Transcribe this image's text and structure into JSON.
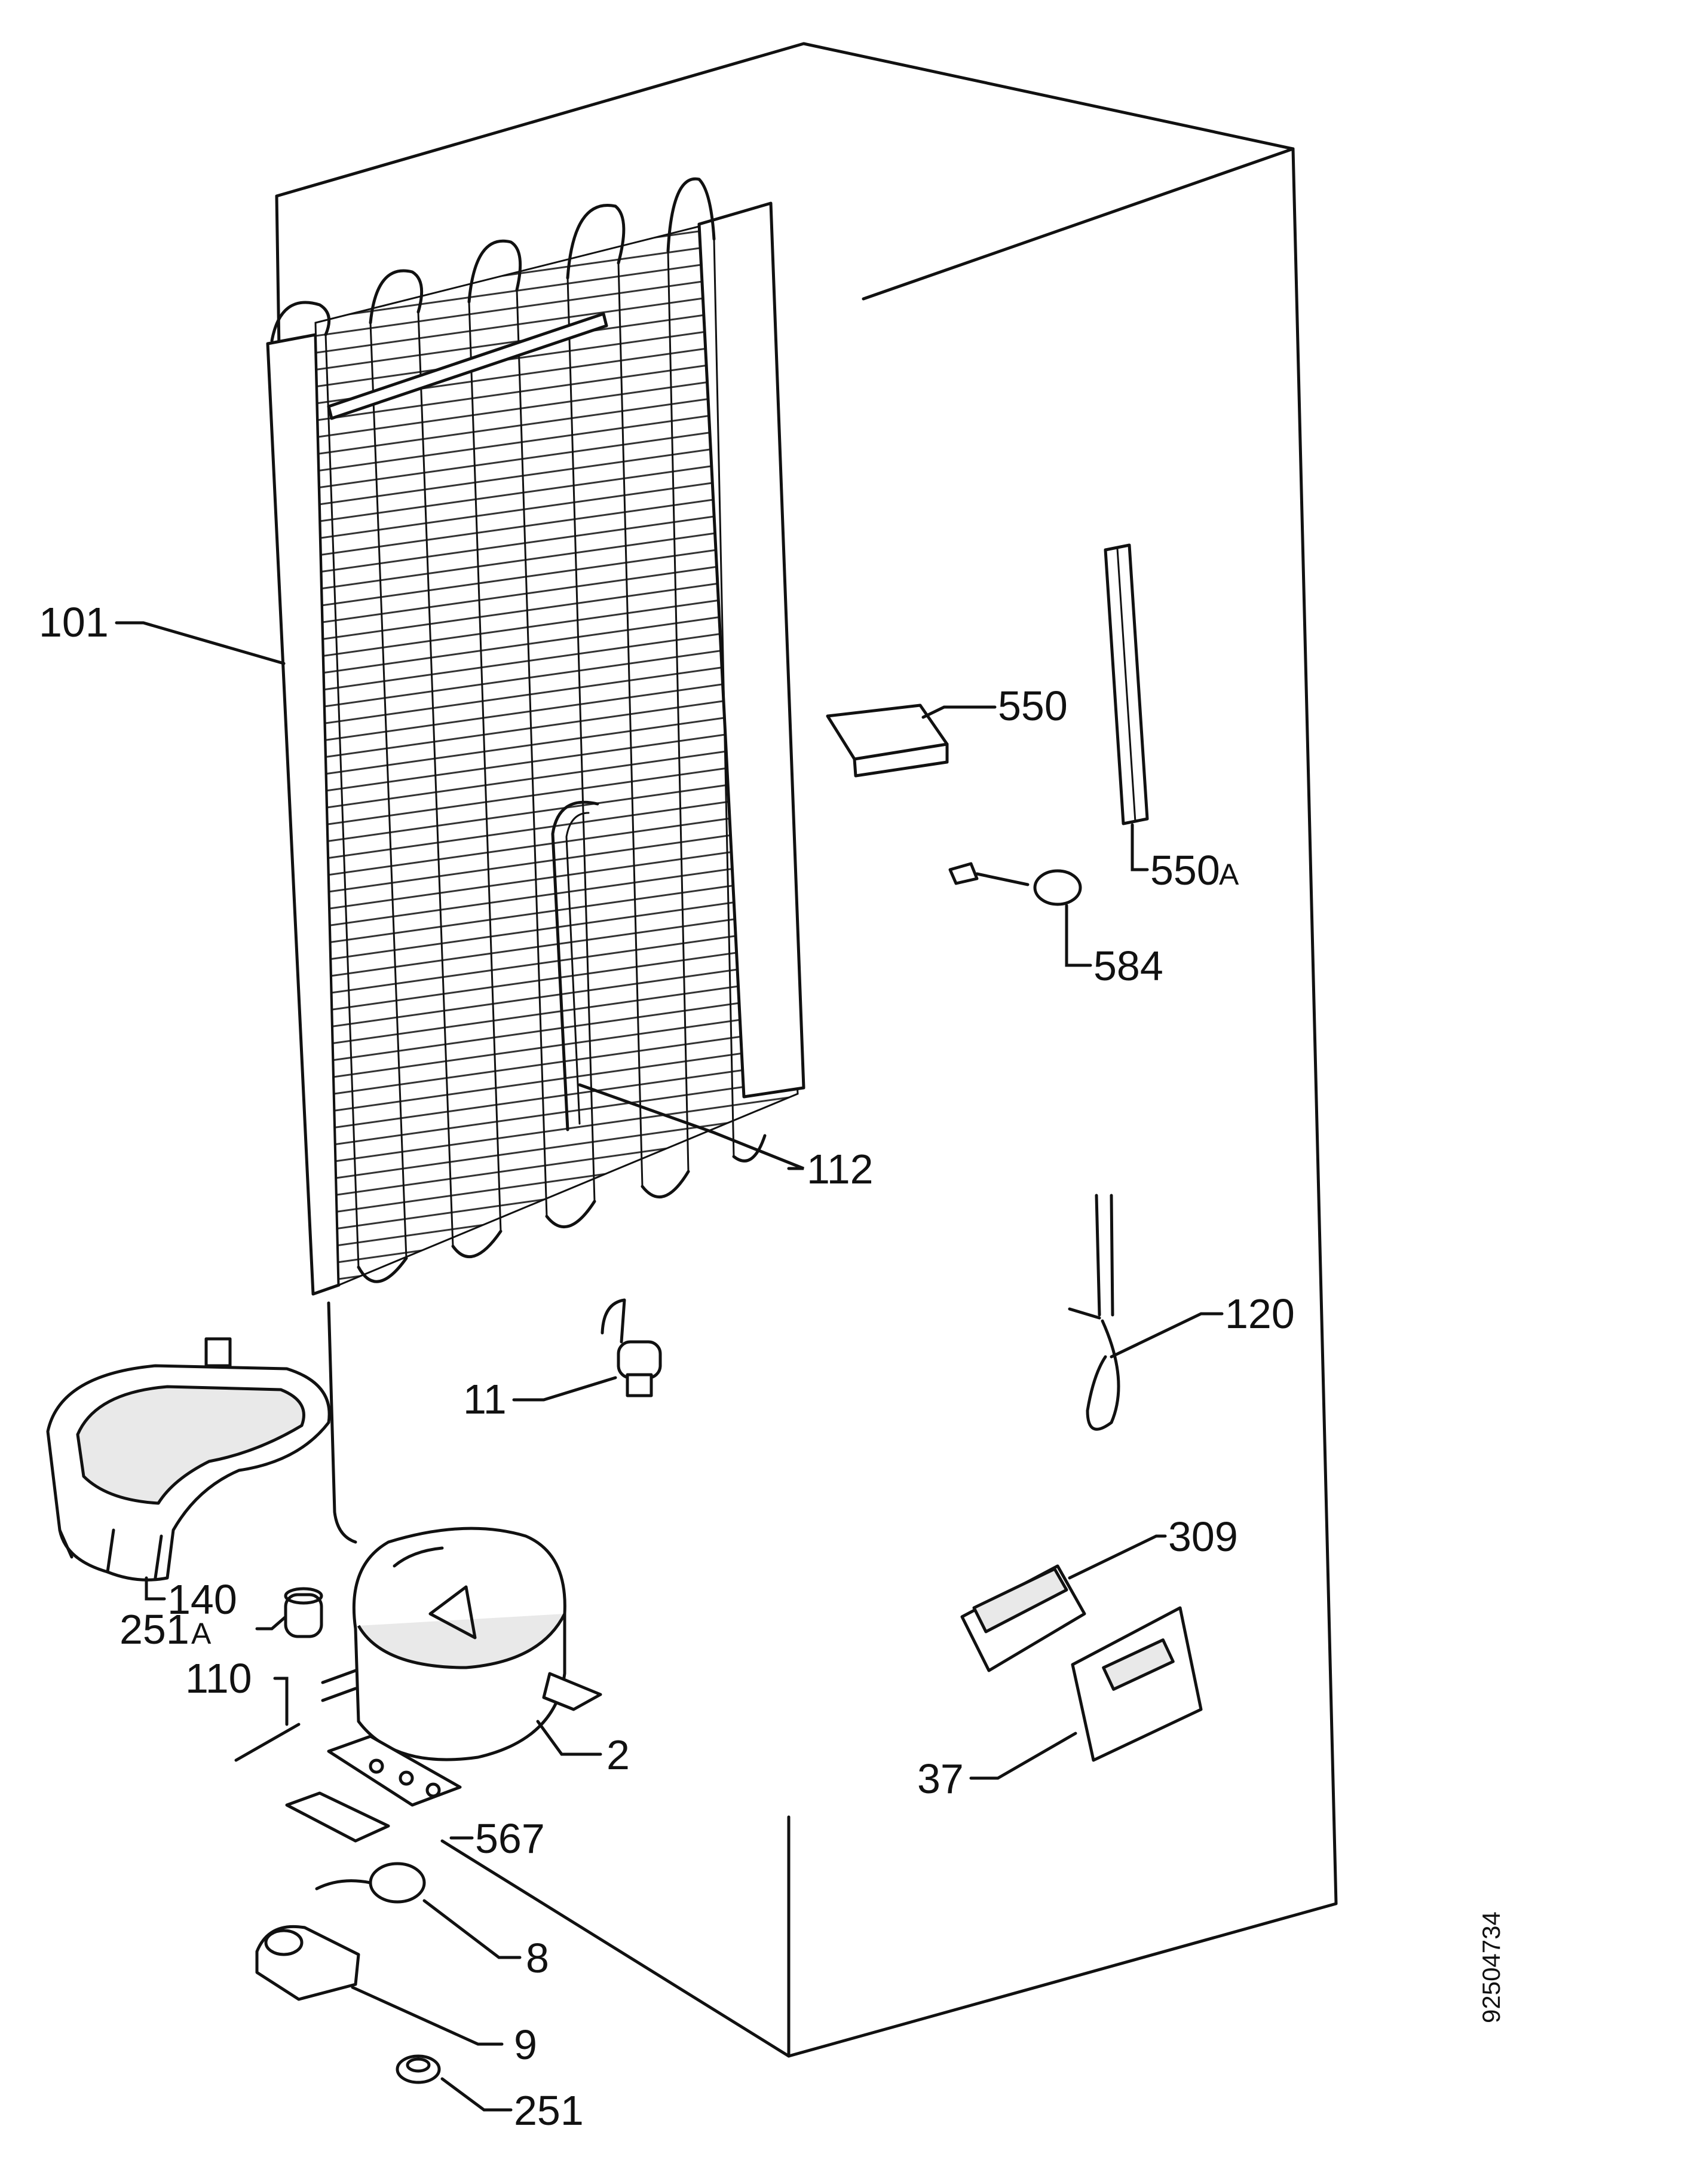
{
  "labels": {
    "p101": "101",
    "p550": "550",
    "p550a": "550",
    "p550a_suffix": "A",
    "p584": "584",
    "p112": "112",
    "p120": "120",
    "p11": "11",
    "p309": "309",
    "p140": "140",
    "p251a": "251",
    "p251a_suffix": "A",
    "p110": "110",
    "p2": "2",
    "p37": "37",
    "p567": "567",
    "p8": "8",
    "p9": "9",
    "p251": "251"
  },
  "drawing_code": "92504734"
}
